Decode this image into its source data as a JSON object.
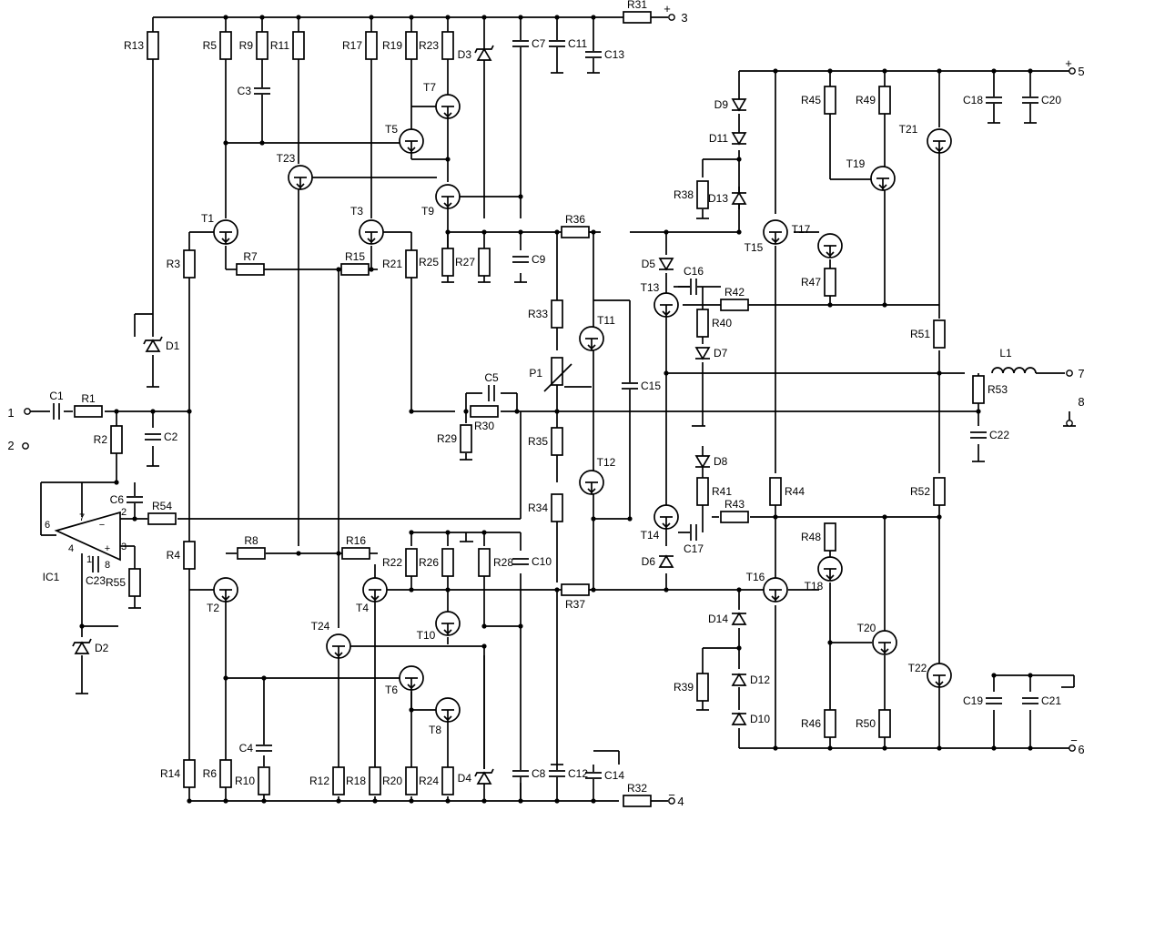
{
  "components": {
    "resistors": [
      "R1",
      "R2",
      "R3",
      "R4",
      "R5",
      "R6",
      "R7",
      "R8",
      "R9",
      "R10",
      "R11",
      "R12",
      "R13",
      "R14",
      "R15",
      "R16",
      "R17",
      "R18",
      "R19",
      "R20",
      "R21",
      "R22",
      "R23",
      "R24",
      "R25",
      "R26",
      "R27",
      "R28",
      "R29",
      "R30",
      "R31",
      "R32",
      "R33",
      "R34",
      "R35",
      "R36",
      "R37",
      "R38",
      "R39",
      "R40",
      "R41",
      "R42",
      "R43",
      "R44",
      "R45",
      "R46",
      "R47",
      "R48",
      "R49",
      "R50",
      "R51",
      "R52",
      "R53",
      "R54",
      "R55"
    ],
    "capacitors": [
      "C1",
      "C2",
      "C3",
      "C4",
      "C5",
      "C6",
      "C7",
      "C8",
      "C9",
      "C10",
      "C11",
      "C12",
      "C13",
      "C14",
      "C15",
      "C16",
      "C17",
      "C18",
      "C19",
      "C20",
      "C21",
      "C22",
      "C23"
    ],
    "transistors": [
      "T1",
      "T2",
      "T3",
      "T4",
      "T5",
      "T6",
      "T7",
      "T8",
      "T9",
      "T10",
      "T11",
      "T12",
      "T13",
      "T14",
      "T15",
      "T16",
      "T17",
      "T18",
      "T19",
      "T20",
      "T21",
      "T22",
      "T23",
      "T24"
    ],
    "diodes": [
      "D1",
      "D2",
      "D3",
      "D4",
      "D5",
      "D6",
      "D7",
      "D8",
      "D9",
      "D10",
      "D11",
      "D12",
      "D13",
      "D14"
    ],
    "ic": "IC1",
    "potentiometer": "P1",
    "inductor": "L1"
  },
  "terminals": [
    "1",
    "2",
    "3",
    "4",
    "5",
    "6",
    "7",
    "8"
  ],
  "polarity": {
    "plus": "+",
    "minus": "−"
  },
  "ic_pins": [
    "6",
    "7",
    "4",
    "2",
    "3",
    "1",
    "8"
  ]
}
